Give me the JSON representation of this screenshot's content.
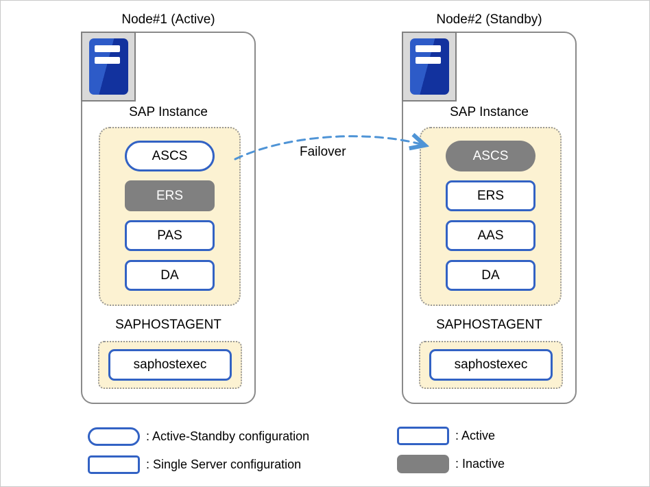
{
  "nodes": [
    {
      "title": "Node#1 (Active)",
      "sap_instance_label": "SAP Instance",
      "instance_items": [
        {
          "label": "ASCS",
          "shape": "pill",
          "state": "active"
        },
        {
          "label": "ERS",
          "shape": "rect",
          "state": "inactive"
        },
        {
          "label": "PAS",
          "shape": "rect",
          "state": "active"
        },
        {
          "label": "DA",
          "shape": "rect",
          "state": "active"
        }
      ],
      "hostagent_label": "SAPHOSTAGENT",
      "hostagent_item": {
        "label": "saphostexec"
      }
    },
    {
      "title": "Node#2 (Standby)",
      "sap_instance_label": "SAP Instance",
      "instance_items": [
        {
          "label": "ASCS",
          "shape": "pill",
          "state": "inactive"
        },
        {
          "label": "ERS",
          "shape": "rect",
          "state": "active"
        },
        {
          "label": "AAS",
          "shape": "rect",
          "state": "active"
        },
        {
          "label": "DA",
          "shape": "rect",
          "state": "active"
        }
      ],
      "hostagent_label": "SAPHOSTAGENT",
      "hostagent_item": {
        "label": "saphostexec"
      }
    }
  ],
  "failover": {
    "label": "Failover"
  },
  "legend": {
    "items": [
      {
        "swatch": "pill-outline",
        "label": ": Active-Standby configuration"
      },
      {
        "swatch": "rect-outline",
        "label": ": Single Server configuration"
      },
      {
        "swatch": "rect-outline",
        "label": ": Active"
      },
      {
        "swatch": "gray-filled",
        "label": ": Inactive"
      }
    ]
  },
  "colors": {
    "accent_blue": "#3262c4",
    "inactive_gray": "#808080",
    "group_fill": "#fcf2d2",
    "arrow_blue": "#4f94d6",
    "frame_gray": "#8a8a8a"
  }
}
